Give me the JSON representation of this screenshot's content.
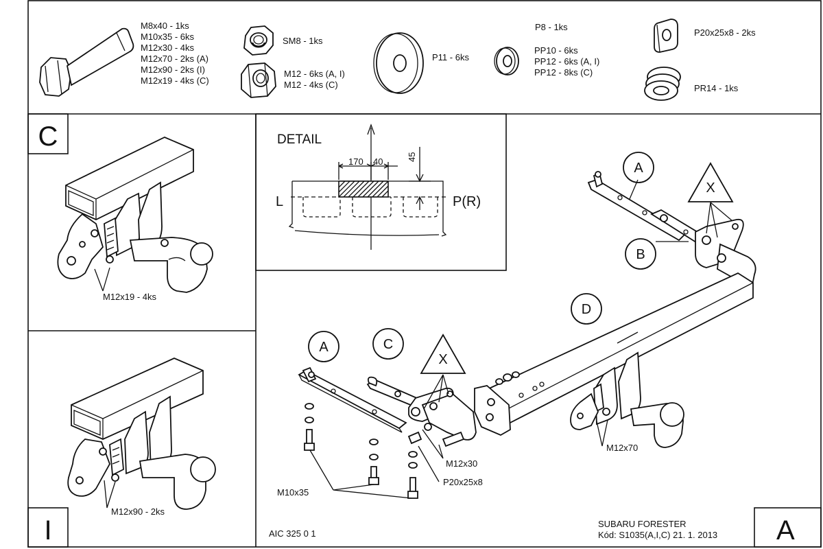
{
  "parts_legend": {
    "bolt_list": [
      "M8x40 - 1ks",
      "M10x35 - 6ks",
      "M12x30 - 4ks",
      "M12x70 - 2ks (A)",
      "M12x90 - 2ks (I)",
      "M12x19 - 4ks (C)"
    ],
    "nut_sm8": "SM8 - 1ks",
    "nut_m12": [
      "M12 - 6ks (A, I)",
      "M12 - 4ks (C)"
    ],
    "washer_p11": "P11 - 6ks",
    "washer_p8": "P8 - 1ks",
    "washer_pp": [
      "PP10 - 6ks",
      "PP12 - 6ks (A, I)",
      "PP12 - 8ks (C)"
    ],
    "plate_p20": "P20x25x8 - 2ks",
    "spring_pr14": "PR14 - 1ks"
  },
  "panel_c": {
    "corner_letter": "C",
    "bolt_callout": "M12x19 - 4ks"
  },
  "panel_i": {
    "corner_letter": "I",
    "bolt_callout": "M12x90 - 2ks"
  },
  "detail": {
    "title": "DETAIL",
    "dim_170": "170",
    "dim_40": "40",
    "dim_45": "45",
    "side_left": "L",
    "side_right": "P(R)"
  },
  "main": {
    "corner_letter": "A",
    "circle_labels": {
      "a_upper": "A",
      "b": "B",
      "d": "D",
      "a_lower": "A",
      "c": "C"
    },
    "triangle_labels": {
      "x_upper": "X",
      "x_lower": "X"
    },
    "callouts": {
      "m12x30": "M12x30",
      "p20x25x8": "P20x25x8",
      "m10x35": "M10x35",
      "m12x70": "M12x70"
    },
    "drawing_number": "AIC 325 0 1",
    "title_block": {
      "vehicle": "SUBARU FORESTER",
      "code": "Kód: S1035(A,I,C)  21. 1. 2013"
    }
  }
}
